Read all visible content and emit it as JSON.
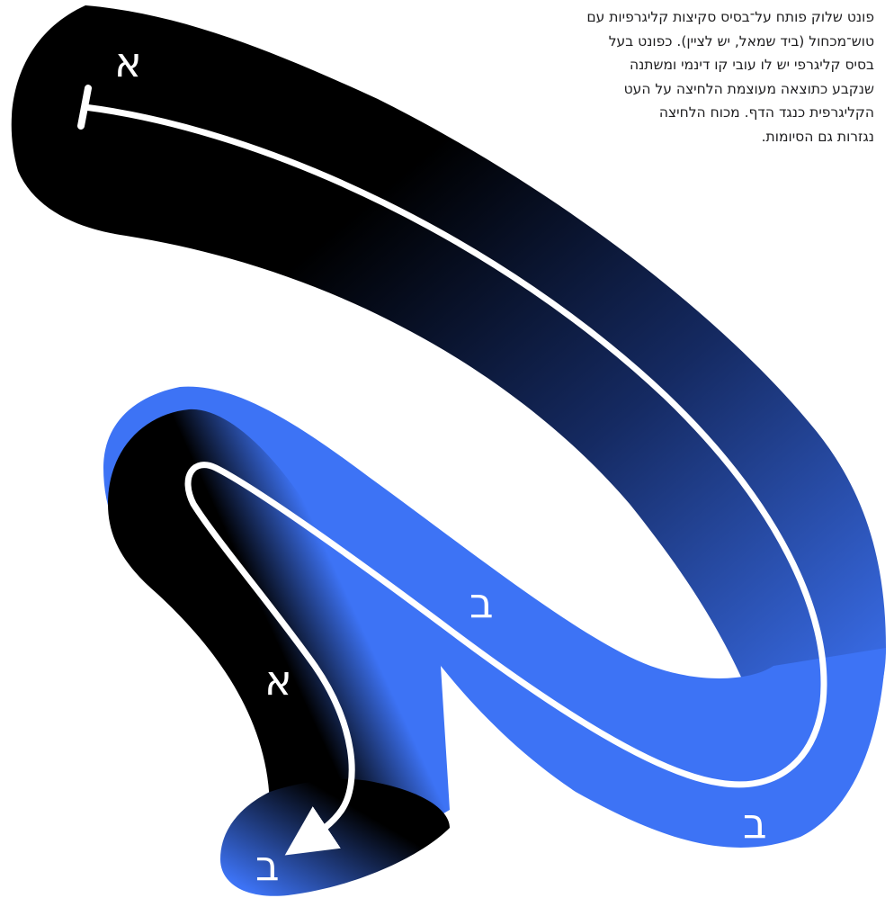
{
  "caption": "פונט שלוק פותח על־בסיס סקיצות קליגרפיות עם\nטוש־מכחול (ביד שמאל, יש לציין). כפונט בעל\nבסיס קליגרפי יש לו עובי קו דינמי ומשתנה\nשנקבע כתוצאה מעוצמת הלחיצה על העט\nהקליגרפית כנגד הדף. מכוח הלחיצה\nנגזרות גם הסיומות.",
  "labels": {
    "aleph_top": "א",
    "bet_middle": "ב",
    "aleph_bottom": "א",
    "bet_right": "ב",
    "bet_bottom": "ב"
  },
  "colors": {
    "black": "#000000",
    "blue": "#3D73F5",
    "white": "#ffffff"
  }
}
